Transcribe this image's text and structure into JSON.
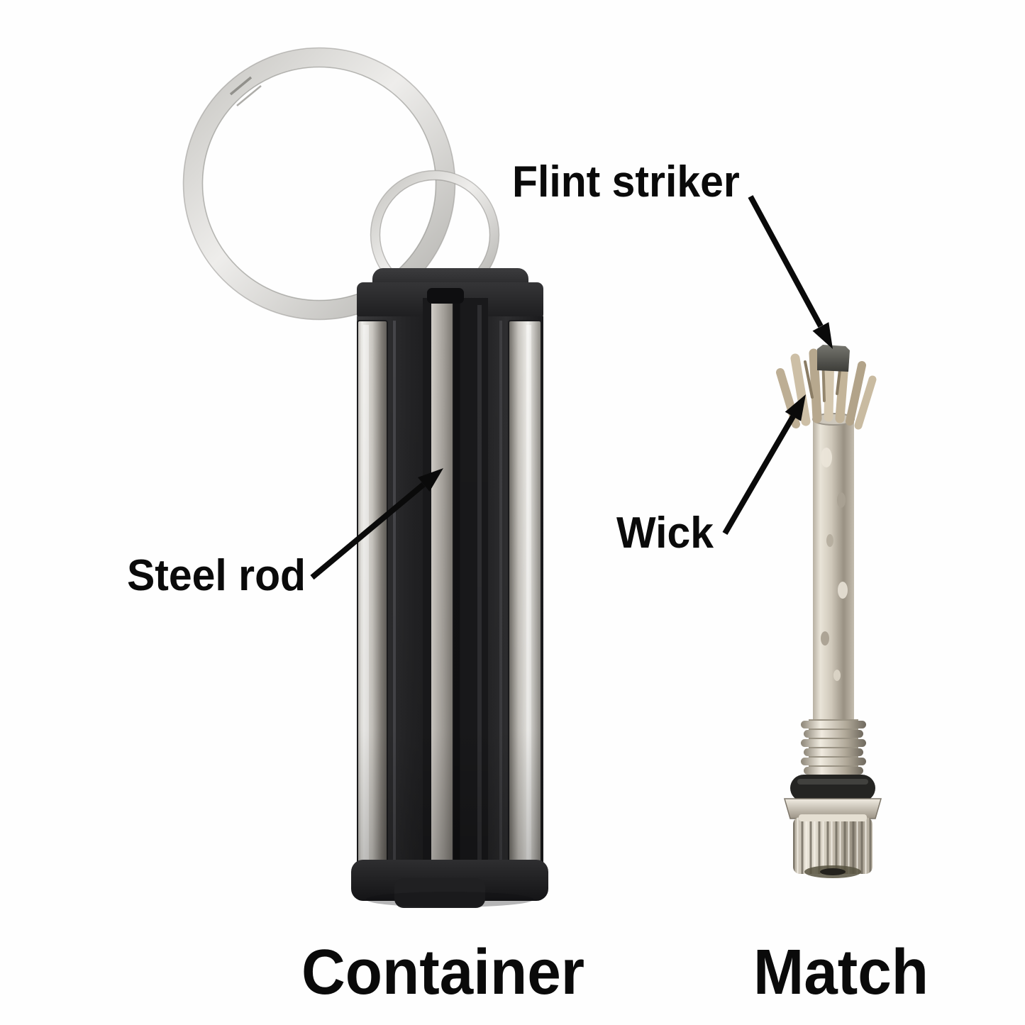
{
  "scene": {
    "background_color": "#fefefe",
    "annotation_text_color": "#0a0a0a",
    "arrow_color": "#0a0a0a"
  },
  "labels": {
    "flint_striker": "Flint striker",
    "wick": "Wick",
    "steel_rod": "Steel rod",
    "container": "Container",
    "match": "Match"
  },
  "parts": [
    "key-ring",
    "connector-ring",
    "container",
    "steel-rod",
    "match",
    "wick",
    "flint-striker"
  ],
  "colors": {
    "ring_silver": "#d9d8d4",
    "plastic_black": "#28282a",
    "chrome_panel": "#cac7c1",
    "steel_rod_strip": "#b9b5af",
    "match_metal": "#cfc8ba",
    "wick_tan": "#c3b499",
    "o_ring_black": "#242422"
  }
}
